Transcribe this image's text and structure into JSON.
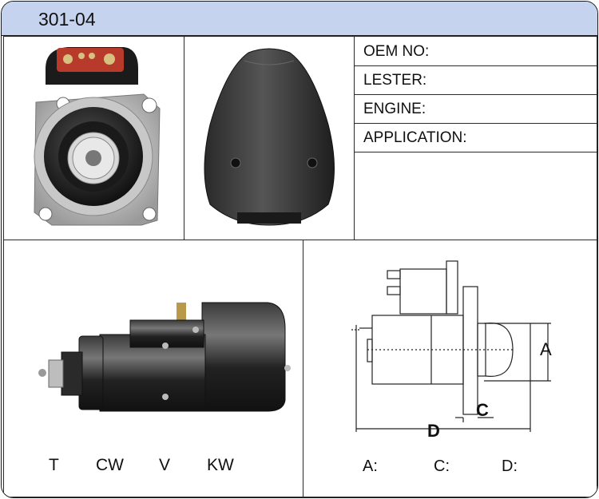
{
  "header": {
    "code": "301-04"
  },
  "info": {
    "oem": "OEM NO:",
    "lester": "LESTER:",
    "engine": "ENGINE:",
    "application": "APPLICATION:"
  },
  "specs": {
    "t": "T",
    "cw": "CW",
    "v": "V",
    "kw": "KW"
  },
  "dims": {
    "a": "A:",
    "c": "C:",
    "d": "D:"
  },
  "drawing": {
    "label_a": "A",
    "label_c": "C",
    "label_d": "D"
  },
  "colors": {
    "header": "#c5d3ee",
    "border": "#1a1a1a"
  }
}
